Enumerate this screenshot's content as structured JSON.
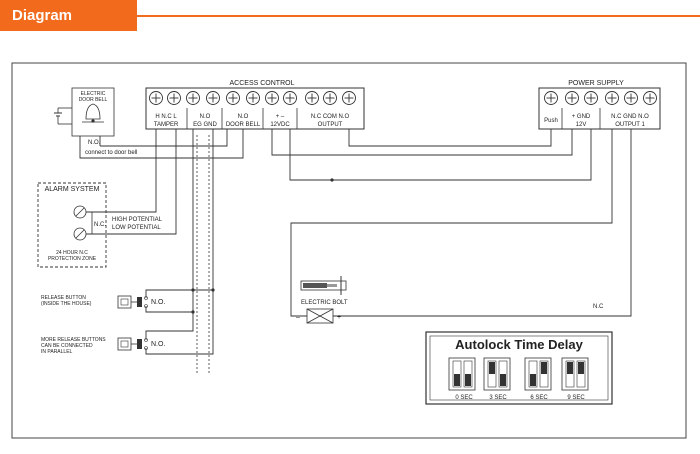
{
  "header": {
    "title": "Diagram"
  },
  "access_control": {
    "title": "ACCESS CONTROL",
    "groups": [
      {
        "top": "H N.C L",
        "bottom": "TAMPER"
      },
      {
        "top": "N.O",
        "bottom": "EG  GND"
      },
      {
        "top": "N.O",
        "bottom": "DOOR BELL"
      },
      {
        "top": "+      –",
        "bottom": "12VDC"
      },
      {
        "top": "N.C COM N.O",
        "bottom": "OUTPUT"
      }
    ]
  },
  "power_supply": {
    "title": "POWER SUPPLY",
    "groups": [
      {
        "top": "",
        "bottom": "Push"
      },
      {
        "top": "+   GND",
        "bottom": "12V"
      },
      {
        "top": "N.C  GND  N.O",
        "bottom": "OUTPUT 1"
      }
    ]
  },
  "door_bell": {
    "label_line1": "ELECTRIC",
    "label_line2": "DOOR BELL",
    "no_label": "N.O.",
    "connect_text": "connect to door bell"
  },
  "alarm": {
    "title": "ALARM SYSTEM",
    "nc_label": "N.C.",
    "high": "HIGH POTENTIAL",
    "low": "LOW POTENTIAL",
    "zone_line1": "24 HOUR N.C",
    "zone_line2": "PROTECTION ZONE"
  },
  "release_buttons": [
    {
      "line1": "RELEASE BUTTON",
      "line2": "(INSIDE THE HOUSE)",
      "line3": "",
      "no_label": "N.O."
    },
    {
      "line1": "MORE RELEASE BUTTONS",
      "line2": "CAN BE CONNECTED",
      "line3": "IN PARALLEL",
      "no_label": "N.O."
    }
  ],
  "bolt": {
    "label": "ELECTRIC BOLT",
    "minus": "–",
    "plus": "+",
    "nc": "N.C"
  },
  "autolock": {
    "title": "Autolock Time Delay",
    "options": [
      "0 SEC",
      "3 SEC",
      "6 SEC",
      "9 SEC"
    ]
  }
}
